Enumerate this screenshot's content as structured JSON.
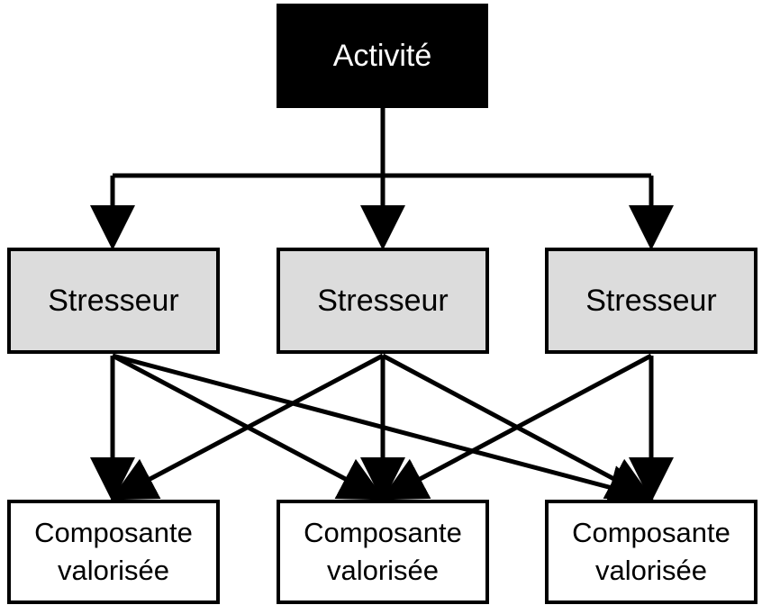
{
  "activity": {
    "label": "Activité"
  },
  "stressors": [
    {
      "label": "Stresseur"
    },
    {
      "label": "Stresseur"
    },
    {
      "label": "Stresseur"
    }
  ],
  "components": [
    {
      "line1": "Composante",
      "line2": "valorisée"
    },
    {
      "line1": "Composante",
      "line2": "valorisée"
    },
    {
      "line1": "Composante",
      "line2": "valorisée"
    }
  ],
  "colors": {
    "activity_fill": "#000000",
    "activity_text": "#ffffff",
    "stressor_fill": "#dcdcdc",
    "component_fill": "#ffffff",
    "stroke": "#000000"
  }
}
